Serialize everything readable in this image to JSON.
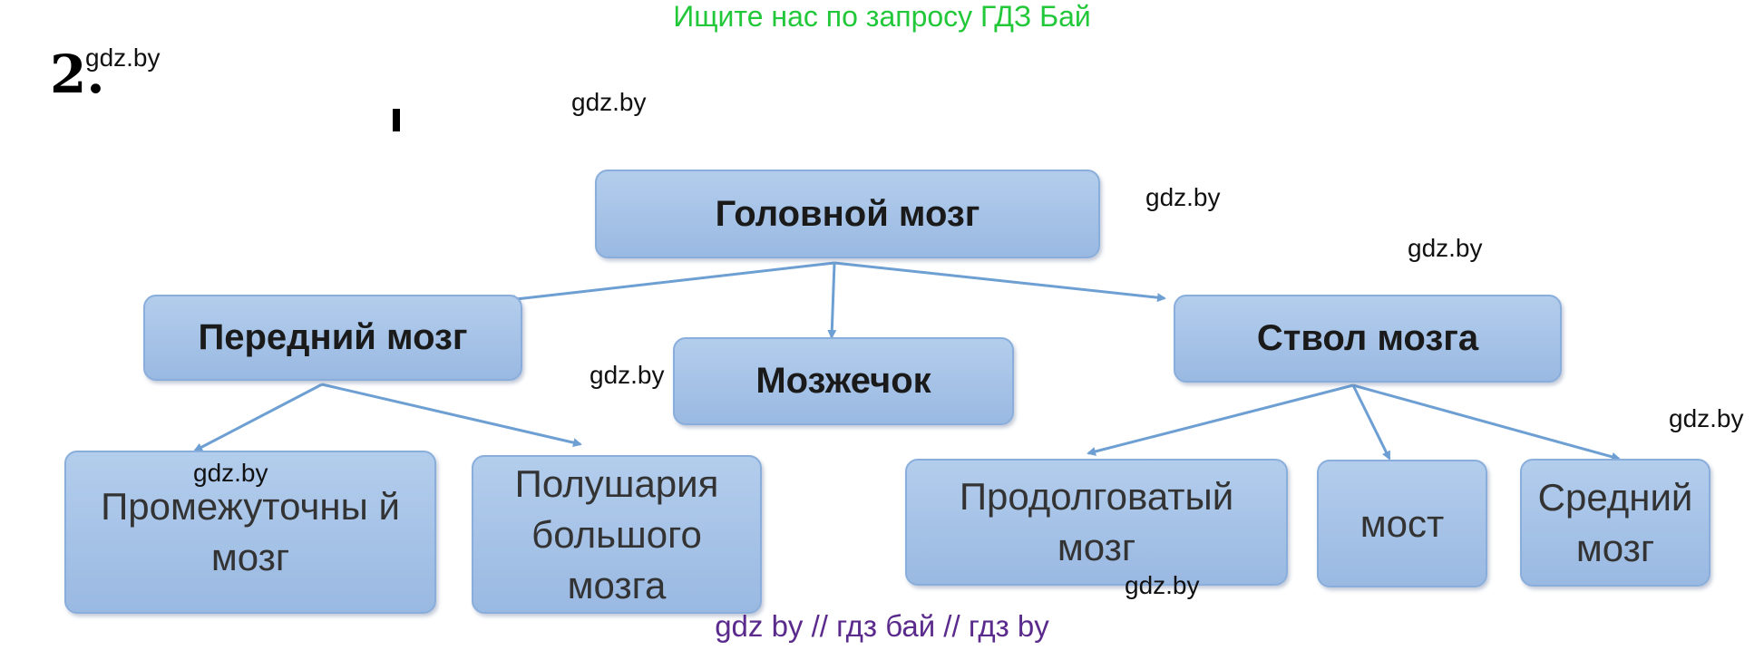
{
  "banner": "Ищите нас по запросу ГДЗ Бай",
  "task_number": "2.",
  "watermark": "gdz.by",
  "footer": "gdz by  //  гдз бай  //  гдз by",
  "diagram": {
    "root": "Головной мозг",
    "level1": {
      "forebrain": "Передний мозг",
      "cerebellum": "Мозжечок",
      "brainstem": "Ствол мозга"
    },
    "forebrain_children": {
      "diencephalon": "Промежуточны й мозг",
      "hemispheres": "Полушария большого мозга"
    },
    "brainstem_children": {
      "medulla": "Продолговатый мозг",
      "pons": "мост",
      "midbrain": "Средний мозг"
    }
  },
  "colors": {
    "box_fill": "#a8c4e8",
    "box_border": "#8aaedb",
    "arrow": "#6d9fd3",
    "banner": "#22c83a",
    "footer": "#5a2a8c"
  }
}
